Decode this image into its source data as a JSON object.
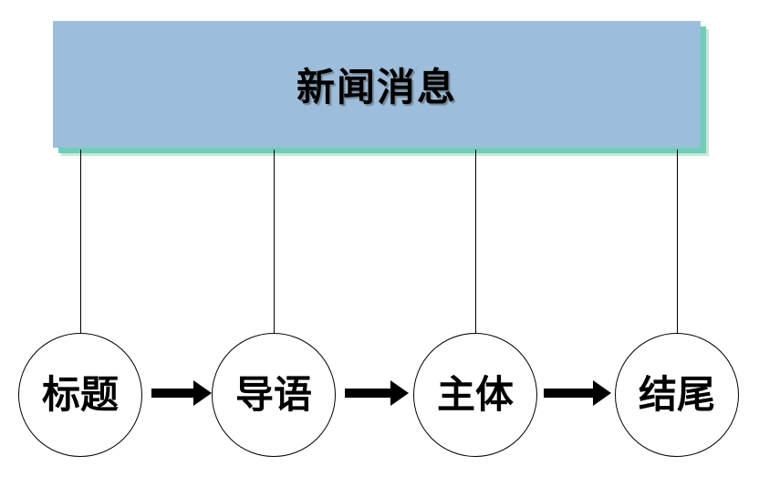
{
  "diagram": {
    "title": "新闻消息",
    "nodes": [
      {
        "label": "标题"
      },
      {
        "label": "导语"
      },
      {
        "label": "主体"
      },
      {
        "label": "结尾"
      }
    ],
    "flow": "标题 → 导语 → 主体 → 结尾",
    "colors": {
      "header_fill": "#9cbedc",
      "header_shadow": "#6fcdb9",
      "node_fill": "#ffffff",
      "outline": "#000000",
      "arrow": "#000000"
    },
    "icons": [
      {
        "name": "right-arrow-icon",
        "glyph": "➡"
      }
    ]
  }
}
